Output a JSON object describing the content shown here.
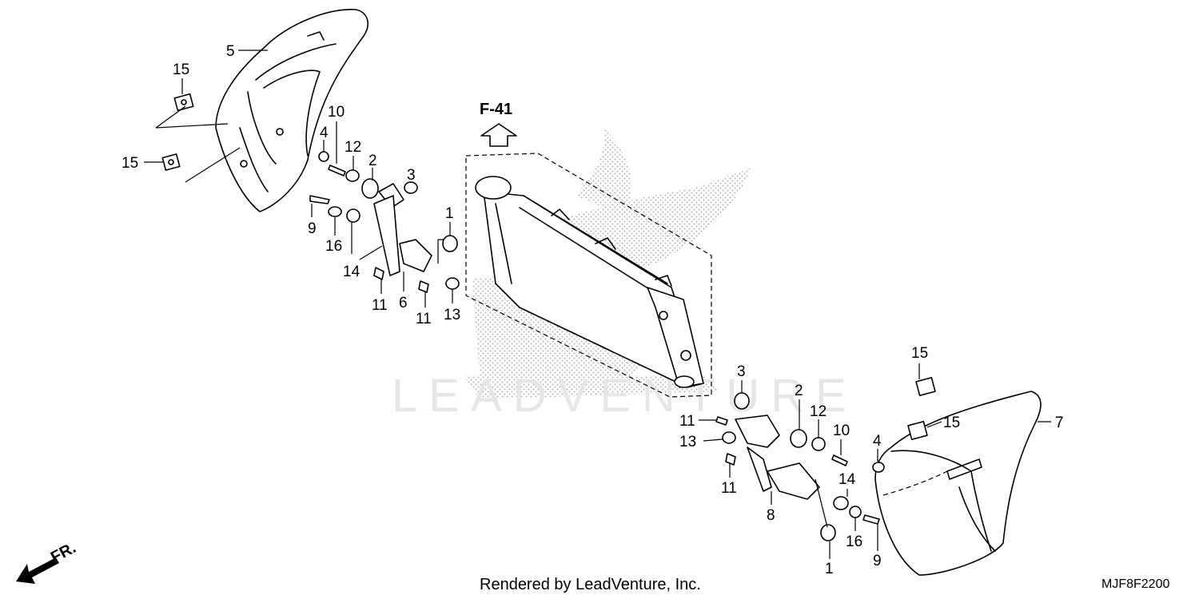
{
  "header": {
    "reference_label": "F-41"
  },
  "watermark": {
    "text": "LEADVENTURE"
  },
  "callouts": {
    "upper": {
      "c5": "5",
      "c15a": "15",
      "c15b": "15",
      "c10": "10",
      "c4": "4",
      "c12": "12",
      "c2": "2",
      "c3": "3",
      "c1": "1",
      "c9": "9",
      "c16": "16",
      "c14": "14",
      "c11a": "11",
      "c6": "6",
      "c11b": "11",
      "c13": "13"
    },
    "lower": {
      "c3": "3",
      "c2": "2",
      "c12": "12",
      "c10": "10",
      "c4": "4",
      "c11a": "11",
      "c13": "13",
      "c11b": "11",
      "c8": "8",
      "c14": "14",
      "c1": "1",
      "c16": "16",
      "c9": "9",
      "c15a": "15",
      "c15b": "15",
      "c7": "7"
    }
  },
  "footer": {
    "credit": "Rendered by LeadVenture, Inc.",
    "diagram_code": "MJF8F2200",
    "direction_label": "FR."
  },
  "colors": {
    "line": "#000000",
    "stipple": "#b0b0b0",
    "watermark": "#e6e6e6"
  }
}
